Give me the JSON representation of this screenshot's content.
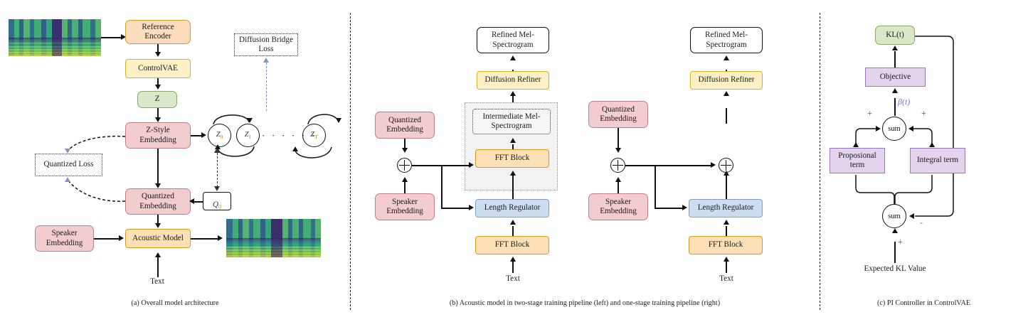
{
  "figure": {
    "panels": [
      {
        "id": "a",
        "caption": "(a) Overall model architecture",
        "nodes": {
          "reference_encoder": "Reference\nEncoder",
          "controlvae": "ControlVAE",
          "z": "Z",
          "z_style_embedding": "Z-Style\nEmbedding",
          "quantized_embedding": "Quantized\nEmbedding",
          "quantized_loss": "Quantized Loss",
          "diffusion_bridge_loss": "Diffusion Bridge\nLoss",
          "speaker_embedding": "Speaker\nEmbedding",
          "acoustic_model": "Acoustic Model",
          "text": "Text",
          "q0_base": "Q",
          "q0_sub": "0",
          "chain": [
            {
              "base": "Z",
              "sub": "0"
            },
            {
              "base": "Z",
              "sub": "1"
            },
            {
              "base": "Z",
              "sub": "T"
            }
          ],
          "chain_ellipsis": "· · · · · ·"
        },
        "images": {
          "reference_spectrogram": "mel-spectrogram-image",
          "output_spectrogram": "mel-spectrogram-image"
        }
      },
      {
        "id": "b",
        "caption": "(b) Acoustic model in two-stage training pipeline (left) and  one-stage training pipeline (right)",
        "left": {
          "refined_mel": "Refined Mel-\nSpectrogram",
          "diffusion_refiner": "Diffusion Refiner",
          "intermediate_mel": "Intermediate Mel-\nSpectrogram",
          "fft_block_top": "FFT Block",
          "length_regulator": "Length Regulator",
          "fft_block_bottom": "FFT Block",
          "quantized_embedding": "Quantized\nEmbedding",
          "speaker_embedding": "Speaker\nEmbedding",
          "text": "Text"
        },
        "right": {
          "refined_mel": "Refined Mel-\nSpectrogram",
          "diffusion_refiner": "Diffusion Refiner",
          "length_regulator": "Length Regulator",
          "fft_block_bottom": "FFT Block",
          "quantized_embedding": "Quantized\nEmbedding",
          "speaker_embedding": "Speaker\nEmbedding",
          "text": "Text"
        }
      },
      {
        "id": "c",
        "caption": "(c) PI Controller in ControlVAE",
        "nodes": {
          "kl_t": "KL(t)",
          "objective": "Objective",
          "beta_t": "β(t)",
          "sum_upper": "sum",
          "sum_lower": "sum",
          "proposional_term": "Proposional\nterm",
          "integral_term": "Integral term",
          "expected_kl_value": "Expected KL Value"
        },
        "signs": {
          "left_plus": "+",
          "right_plus": "+",
          "bottom_plus": "+",
          "feedback_minus": "-"
        }
      }
    ]
  },
  "colors": {
    "orange_fill": "#fbdcbc",
    "orange_stroke": "#d79b2a",
    "yellow_fill": "#fdf0c4",
    "yellow_stroke": "#d7b02a",
    "green_fill": "#d8e8c8",
    "green_stroke": "#86a86a",
    "pink_fill": "#f2ccce",
    "pink_stroke": "#c08083",
    "blue_fill": "#ccddf2",
    "blue_stroke": "#7fa0c6",
    "purple_fill": "#e2d4ec",
    "purple_stroke": "#9a78b8",
    "loss_arrow": "#7f95c8",
    "sign_color": "#6a63d8",
    "line": "#111111"
  }
}
